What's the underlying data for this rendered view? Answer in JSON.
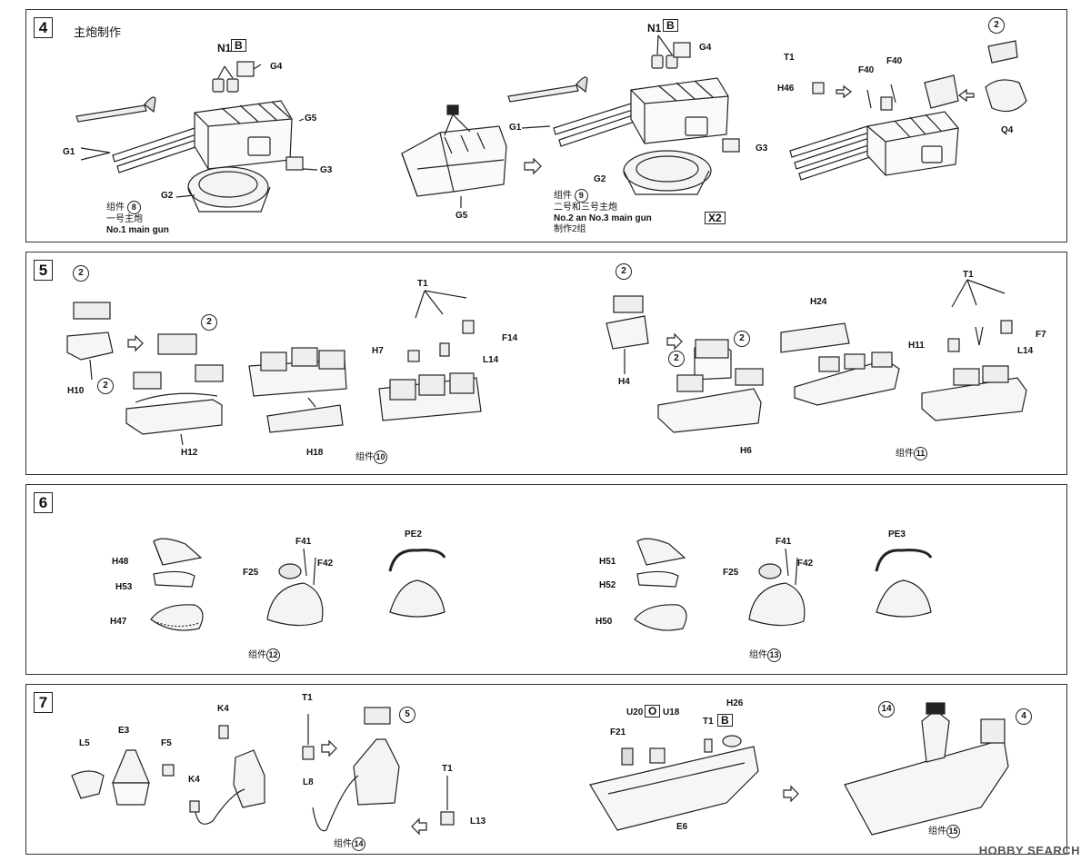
{
  "step4": {
    "number": "4",
    "title": "主炮制作",
    "labels": {
      "n1_left": "N1",
      "b_left": "B",
      "g4_left": "G4",
      "g5_left": "G5",
      "g1_left": "G1",
      "g3_left": "G3",
      "g2_left": "G2",
      "g5_mid": "G5",
      "n1_right": "N1",
      "b_right": "B",
      "g4_right": "G4",
      "g1_right": "G1",
      "g3_right": "G3",
      "g2_right": "G2",
      "t1": "T1",
      "h46": "H46",
      "f40a": "F40",
      "f40b": "F40",
      "q4": "Q4",
      "ref2": "2"
    },
    "assembly8": {
      "prefix": "组件",
      "num": "8",
      "line1": "一号主炮",
      "line2": "No.1 main gun"
    },
    "assembly9": {
      "prefix": "组件",
      "num": "9",
      "line1": "二号和三号主炮",
      "line2": "No.2 an No.3 main gun",
      "line3": "制作2组"
    },
    "multiplier": "X2"
  },
  "step5": {
    "number": "5",
    "labels": {
      "ref2a": "2",
      "h10": "H10",
      "ref2b": "2",
      "ref2c": "2",
      "h12": "H12",
      "h18": "H18",
      "t1a": "T1",
      "h7": "H7",
      "f14": "F14",
      "l14a": "L14",
      "ref2d": "2",
      "h4": "H4",
      "ref2e": "2",
      "ref2f": "2",
      "h6": "H6",
      "h24": "H24",
      "t1b": "T1",
      "h11": "H11",
      "f7": "F7",
      "l14b": "L14"
    },
    "assembly10": {
      "prefix": "组件",
      "num": "10"
    },
    "assembly11": {
      "prefix": "组件",
      "num": "11"
    }
  },
  "step6": {
    "number": "6",
    "labels": {
      "h48": "H48",
      "h53": "H53",
      "h47": "H47",
      "f41a": "F41",
      "f25a": "F25",
      "f42a": "F42",
      "pe2": "PE2",
      "h51": "H51",
      "h52": "H52",
      "h50": "H50",
      "f41b": "F41",
      "f25b": "F25",
      "f42b": "F42",
      "pe3": "PE3"
    },
    "assembly12": {
      "prefix": "组件",
      "num": "12"
    },
    "assembly13": {
      "prefix": "组件",
      "num": "13"
    }
  },
  "step7": {
    "number": "7",
    "labels": {
      "l5": "L5",
      "e3": "E3",
      "f5": "F5",
      "k4a": "K4",
      "k4b": "K4",
      "t1a": "T1",
      "l8": "L8",
      "ref5": "5",
      "t1b": "T1",
      "l13": "L13",
      "u20": "U20",
      "o": "O",
      "u18": "U18",
      "h26": "H26",
      "t1c": "T1",
      "b": "B",
      "f21": "F21",
      "e6": "E6",
      "ref14": "14",
      "ref4": "4"
    },
    "assembly14": {
      "prefix": "组件",
      "num": "14"
    },
    "assembly15": {
      "prefix": "组件",
      "num": "15"
    }
  },
  "watermark": "HOBBY SEARCH"
}
